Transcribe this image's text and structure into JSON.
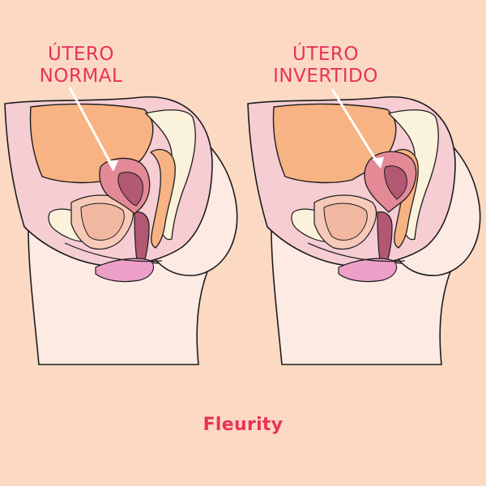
{
  "labels": {
    "left": [
      "ÚTERO",
      "NORMAL"
    ],
    "right": [
      "ÚTERO",
      "INVERTIDO"
    ]
  },
  "brand": "Fleurity",
  "colors": {
    "background": "#fbd9c3",
    "accent": "#e8325a",
    "skin": "#fdeae3",
    "pelvic_pink": "#f6cdd3",
    "bladder_orange": "#f7b383",
    "uterus": "#e48a97",
    "uterus_inner": "#b25873",
    "bone": "#fbf2dc",
    "outline": "#1c1c1c"
  }
}
